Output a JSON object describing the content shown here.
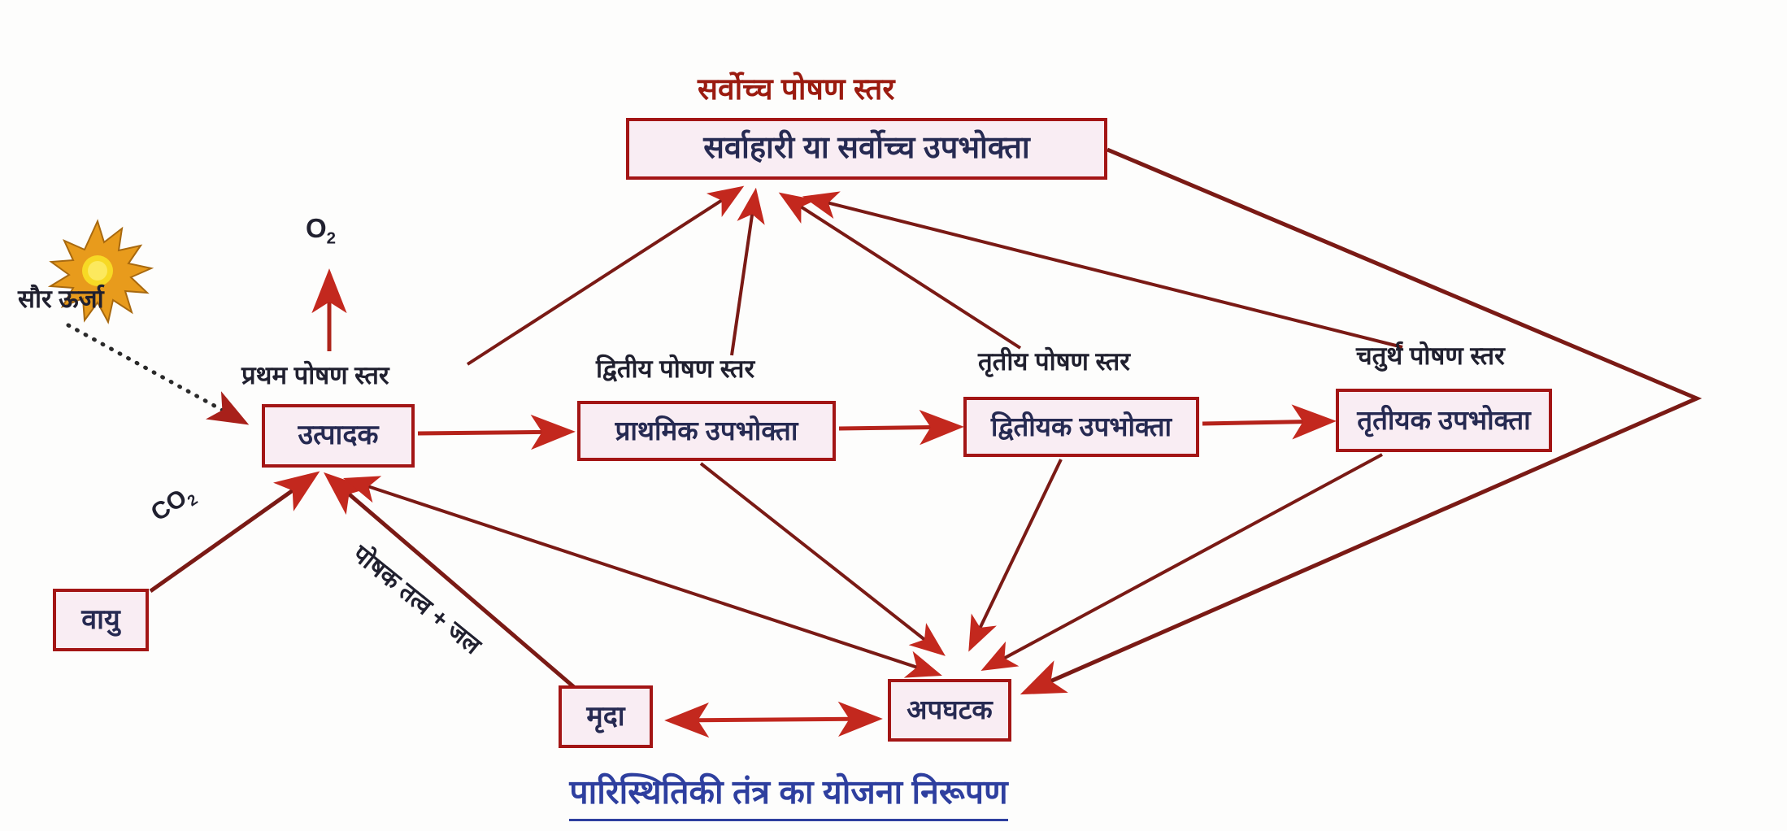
{
  "diagram": {
    "heading_top": "सर्वोच्च पोषण स्तर",
    "bottom_title": "पारिस्थितिकी तंत्र  का योजना निरूपण",
    "boxes": {
      "apex": "सर्वाहारी या सर्वोच्च उपभोक्ता",
      "producer": "उत्पादक",
      "primary_consumer": "प्राथमिक उपभोक्ता",
      "secondary_consumer": "द्वितीयक उपभोक्ता",
      "tertiary_consumer": "तृतीयक उपभोक्ता",
      "air": "वायु",
      "soil": "मृदा",
      "decomposer": "अपघटक"
    },
    "level_labels": {
      "first": "प्रथम पोषण स्तर",
      "second": "द्वितीय पोषण स्तर",
      "third": "तृतीय पोषण स्तर",
      "fourth": "चतुर्थ पोषण स्तर"
    },
    "annotations": {
      "solar_energy": "सौर ऊर्जा",
      "o2_main": "O",
      "o2_sub": "2",
      "co2_main": "CO",
      "co2_sub": "2",
      "nutrients_water": "पोषक तत्व + जल"
    },
    "icons": {
      "sun": "sun-icon"
    },
    "colors": {
      "line_maroon": "#7a1a15",
      "line_bright_red": "#b5231b",
      "arrowhead_red": "#c3281e",
      "box_border": "#a31515",
      "box_fill": "#f9edf3",
      "heading_maroon": "#9b1b10",
      "title_blue": "#2e3f9f",
      "sun_orange": "#e89b1c",
      "sun_yellow": "#f7d925"
    }
  }
}
